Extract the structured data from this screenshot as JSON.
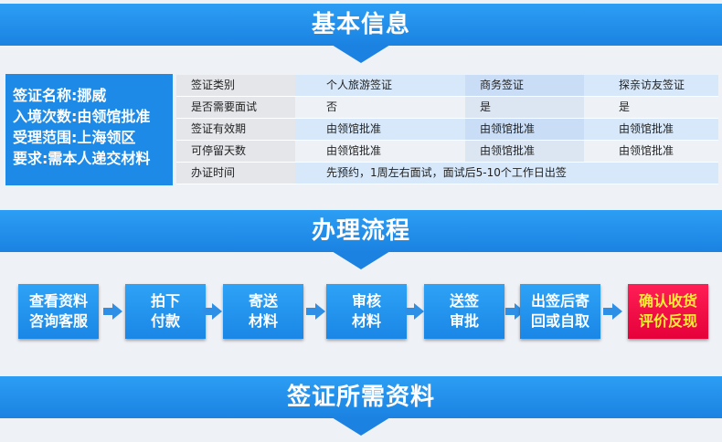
{
  "sections": {
    "basic_info": "基本信息",
    "process": "办理流程",
    "materials": "签证所需资料"
  },
  "summary": {
    "lines": [
      "签证名称:挪威",
      "入境次数:由领馆批准",
      "受理范围:上海领区",
      "要求:需本人递交材料"
    ]
  },
  "table": {
    "rows": [
      [
        "签证类别",
        "个人旅游签证",
        "商务签证",
        "探亲访友签证"
      ],
      [
        "是否需要面试",
        "否",
        "是",
        "是"
      ],
      [
        "签证有效期",
        "由领馆批准",
        "由领馆批准",
        "由领馆批准"
      ],
      [
        "可停留天数",
        "由领馆批准",
        "由领馆批准",
        "由领馆批准"
      ],
      [
        "办证时间",
        "先预约，1周左右面试，面试后5-10个工作日出签"
      ]
    ]
  },
  "steps": [
    [
      "查看资料",
      "咨询客服"
    ],
    [
      "拍下",
      "付款"
    ],
    [
      "寄送",
      "材料"
    ],
    [
      "审核",
      "材料"
    ],
    [
      "送签",
      "审批"
    ],
    [
      "出签后寄",
      "回或自取"
    ],
    [
      "确认收货",
      "评价反现"
    ]
  ],
  "colors": {
    "primary": "#1b82e2",
    "final_step": "#e5003a",
    "final_text": "#ffee33"
  }
}
